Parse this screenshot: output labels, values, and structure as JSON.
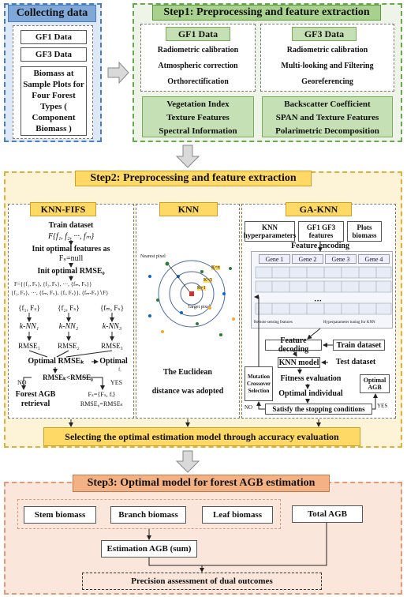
{
  "collecting": {
    "title": "Collecting data",
    "gf1": "GF1 Data",
    "gf3": "GF3 Data",
    "biomass": "Biomass at Sample Plots for Four Forest Types ( Component Biomass )"
  },
  "step1": {
    "title": "Step1: Preprocessing and feature extraction",
    "gf1_title": "GF1 Data",
    "gf1_items": [
      "Radiometric calibration",
      "Atmospheric correction",
      "Orthorectification"
    ],
    "gf3_title": "GF3 Data",
    "gf3_items": [
      "Radiometric calibration",
      "Multi-looking and Filtering",
      "Georeferencing"
    ],
    "gf1_features": [
      "Vegetation Index",
      "Texture Features",
      "Spectral Information"
    ],
    "gf3_features": [
      "Backscatter Coefficient",
      "SPAN and Texture Features",
      "Polarimetric Decomposition"
    ]
  },
  "step2": {
    "title": "Step2: Preprocessing and feature extraction",
    "knnfifs": {
      "title": "KNN-FIFS",
      "train": "Train dataset",
      "train_set": "F{f₁, f₂, ···, fₘ}",
      "init_feat": "Init optimal features as",
      "init_feat_val": "Fₛ=null",
      "init_rmse": "Init optimal RMSE₀",
      "combo_line1": "F={{f₁, Fₛ}, {f₂, Fₛ}, ···, {fₘ, Fₛ}}",
      "combo_line2": "{f₁, Fₛ}, ···, {fₘ, Fₛ}, {fᵢ, Fₛ}}, {fₘ-Fₛ}∖F}",
      "set1": "{f₁, Fₛ}",
      "set2": "{f₂, Fₛ}",
      "set3": "{fₘ, Fₛ}",
      "nn1": "k-NN₁",
      "nn2": "k-NN₂",
      "nn3": "k-NN₃",
      "r1": "RMSE₁",
      "r2": "RMSE₂",
      "r3": "RMSE₃",
      "opt": "Optimal RMSEₖ",
      "opt2": "Optimal",
      "opt2_sub": "fᵢ",
      "cond": "RMSEₖ<RMSE₀",
      "no": "NO",
      "yes": "YES",
      "final": "Forest AGB retrieval",
      "update1": "Fₛ={Fₛ, fᵢ}",
      "update2": "RMSE₀=RMSEₖ"
    },
    "knn": {
      "title": "KNN",
      "nearest": "Nearest pixel",
      "k_labels": [
        "K=n",
        "K=3",
        "K=1"
      ],
      "target": "Target pixel",
      "desc1": "The Euclidean",
      "desc2": "distance was adopted"
    },
    "gaknn": {
      "title": "GA-KNN",
      "hyper": "KNN hyperparameters",
      "features": "GF1 GF3 features",
      "plots": "Plots biomass",
      "encoding": "Feature encoding",
      "genes": [
        "Gene 1",
        "Gene 2",
        "Gene 3",
        "Gene 4"
      ],
      "rs_label": "Remote sensing features",
      "tuning_label": "Hyperparameter tuning for KNN",
      "ellipsis": "···",
      "decoding": "Feature decoding",
      "train": "Train dataset",
      "model": "KNN model",
      "test": "Test dataset",
      "fitness": "Fitness evaluation",
      "optimal_ind": "Optimal individual",
      "stop": "Satisfy the stopping conditions",
      "mutation": "Mutation Crossover Selection",
      "optimal_agb": "Optimal AGB",
      "yes": "YES",
      "no": "NO"
    },
    "selecting": "Selecting the optimal estimation model through accuracy evaluation"
  },
  "step3": {
    "title": "Step3: Optimal model for forest AGB estimation",
    "stem": "Stem biomass",
    "branch": "Branch biomass",
    "leaf": "Leaf biomass",
    "total": "Total AGB",
    "sum": "Estimation AGB (sum)",
    "precision": "Precision assessment of dual outcomes"
  }
}
